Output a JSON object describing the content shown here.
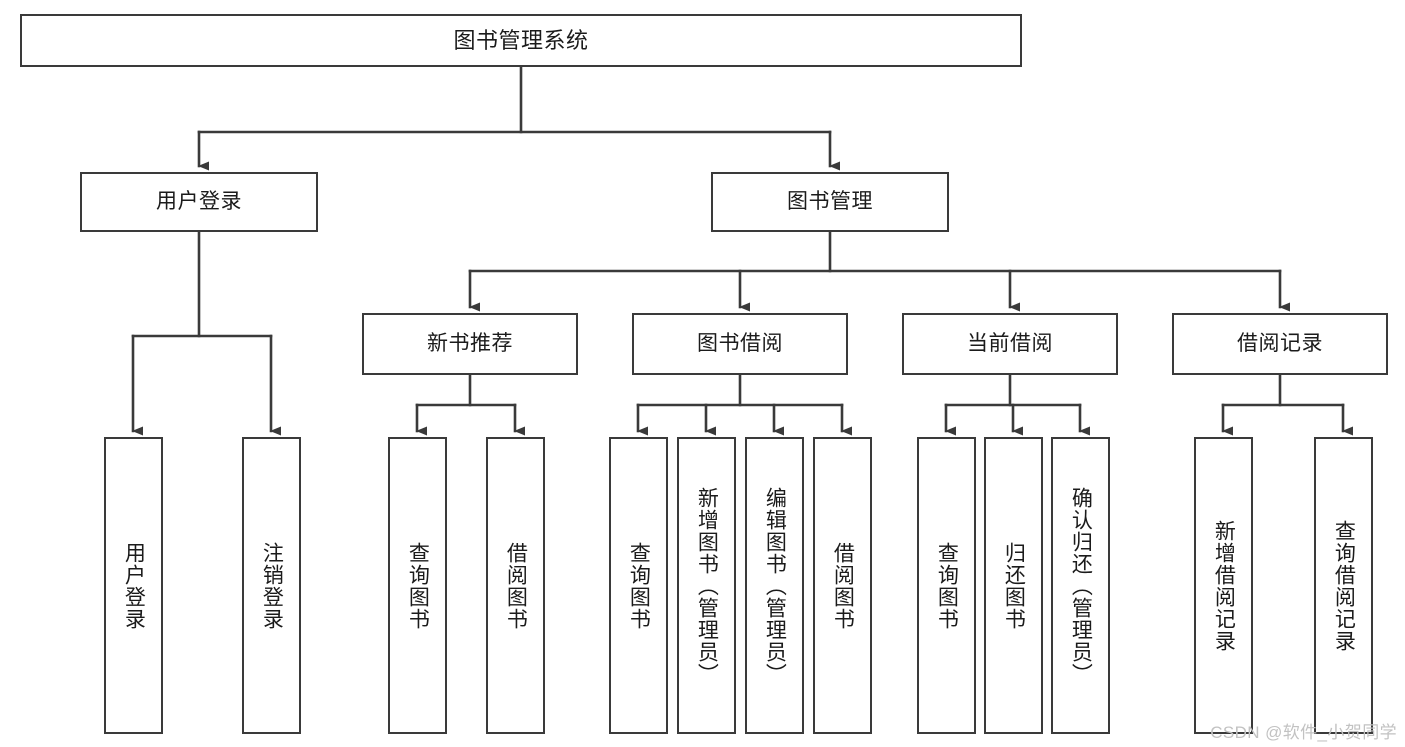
{
  "diagram": {
    "title": "图书管理系统",
    "stroke_color": "#3a3a3a",
    "background_color": "#ffffff",
    "text_color": "#1b1b1b",
    "watermark": "CSDN @软件_小贺同学",
    "watermark_color": "#c2c2c2"
  },
  "nodes": {
    "root": {
      "label": "图书管理系统"
    },
    "level1": [
      {
        "label": "用户登录"
      },
      {
        "label": "图书管理"
      }
    ],
    "level2": [
      {
        "label": "新书推荐"
      },
      {
        "label": "图书借阅"
      },
      {
        "label": "当前借阅"
      },
      {
        "label": "借阅记录"
      }
    ],
    "leaves_user_login": [
      {
        "label": "用户登录"
      },
      {
        "label": "注销登录"
      }
    ],
    "leaves_new_book": [
      {
        "label": "查询图书"
      },
      {
        "label": "借阅图书"
      }
    ],
    "leaves_borrow": [
      {
        "label": "查询图书"
      },
      {
        "label": "新增图书（管理员）"
      },
      {
        "label": "编辑图书（管理员）"
      },
      {
        "label": "借阅图书"
      }
    ],
    "leaves_current": [
      {
        "label": "查询图书"
      },
      {
        "label": "归还图书"
      },
      {
        "label": "确认归还（管理员）"
      }
    ],
    "leaves_record": [
      {
        "label": "新增借阅记录"
      },
      {
        "label": "查询借阅记录"
      }
    ]
  }
}
